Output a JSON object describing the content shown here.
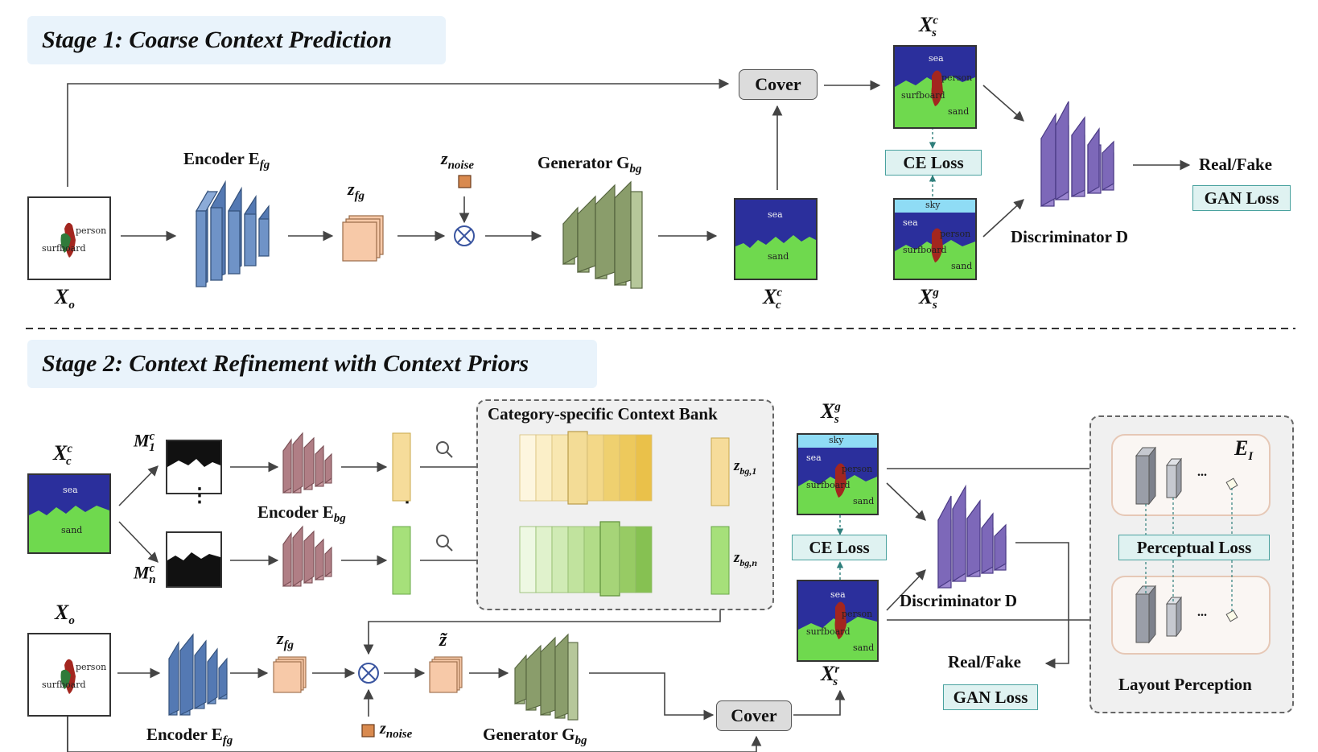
{
  "stage1": {
    "title": "Stage 1: Coarse Context Prediction",
    "encoder_label": "Encoder E",
    "encoder_sub": "fg",
    "z_fg": "z",
    "z_fg_sub": "fg",
    "z_noise": "z",
    "z_noise_sub": "noise",
    "generator_label": "Generator G",
    "generator_sub": "bg",
    "cover": "Cover",
    "ce_loss": "CE Loss",
    "discriminator_label": "Discriminator D",
    "real_fake": "Real/Fake",
    "gan_loss": "GAN Loss",
    "x_o": "X",
    "x_o_sub": "o",
    "x_c": "X",
    "x_c_sup": "c",
    "x_c_sub": "c",
    "x_s_c": "X",
    "x_s_c_sup": "c",
    "x_s_c_sub": "s",
    "x_s_g": "X",
    "x_s_g_sup": "g",
    "x_s_g_sub": "s"
  },
  "stage2": {
    "title": "Stage 2:  Context Refinement with Context Priors",
    "bank_title": "Category-specific Context Bank",
    "encoder_bg_label": "Encoder E",
    "encoder_bg_sub": "bg",
    "encoder_fg_label": "Encoder E",
    "encoder_fg_sub": "fg",
    "generator_label": "Generator G",
    "generator_sub": "bg",
    "z_bg1": "z",
    "z_bg1_sub": "bg,1",
    "z_bgn": "z",
    "z_bgn_sub": "bg,n",
    "z_fg": "z",
    "z_fg_sub": "fg",
    "z_tilde": "z̃",
    "z_noise": "z",
    "z_noise_sub": "noise",
    "cover": "Cover",
    "ce_loss": "CE Loss",
    "discriminator_label": "Discriminator D",
    "real_fake": "Real/Fake",
    "gan_loss": "GAN Loss",
    "perceptual_loss": "Perceptual Loss",
    "layout_perception": "Layout Perception",
    "e_i": "E",
    "e_i_sub": "I",
    "m1": "M",
    "m1_sup": "c",
    "m1_sub": "1",
    "mn": "M",
    "mn_sup": "c",
    "mn_sub": "n",
    "x_c": "X",
    "x_c_sup": "c",
    "x_c_sub": "c",
    "x_o": "X",
    "x_o_sub": "o",
    "x_s_g": "X",
    "x_s_g_sup": "g",
    "x_s_g_sub": "s",
    "x_s_r": "X",
    "x_s_r_sup": "r",
    "x_s_r_sub": "s",
    "ellipsis": "..."
  },
  "masks": {
    "person": "person",
    "surfboard": "surfboard",
    "sea": "sea",
    "sand": "sand",
    "sky": "sky"
  },
  "colors": {
    "encoder_fg": "#6f93c7",
    "encoder_bg": "#c99aa0",
    "generator": "#9fb381",
    "discriminator": "#9b86cf",
    "latent_fg": "#f7c9a8",
    "noise": "#d98a4f",
    "sea": "#2b2f9c",
    "sand": "#6fd94e",
    "sky": "#8fdcf5",
    "loss_fill": "#dff2f1",
    "stage_title_bg": "#e9f3fb"
  }
}
